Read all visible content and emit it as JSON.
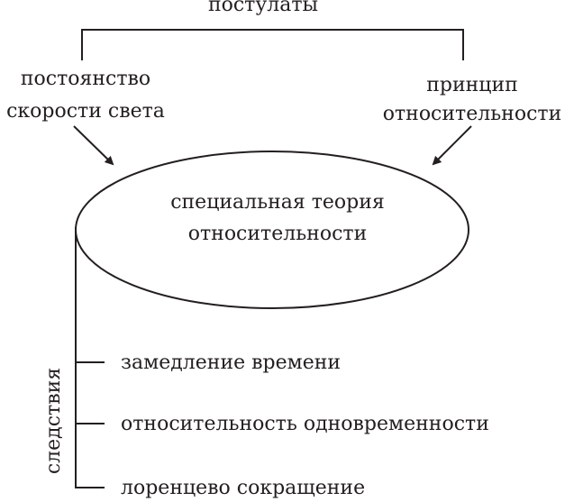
{
  "diagram": {
    "postulates_label": "постулаты",
    "postulate_left": {
      "line1": "постоянство",
      "line2": "скорости света"
    },
    "postulate_right": {
      "line1": "принцип",
      "line2": "относительности"
    },
    "center": {
      "line1": "специальная теория",
      "line2": "относительности"
    },
    "consequences_label": "следствия",
    "consequences": [
      "замедление времени",
      "относительность одновременности",
      "лоренцево сокращение"
    ],
    "colors": {
      "ink": "#231f20",
      "background": "#ffffff"
    }
  }
}
